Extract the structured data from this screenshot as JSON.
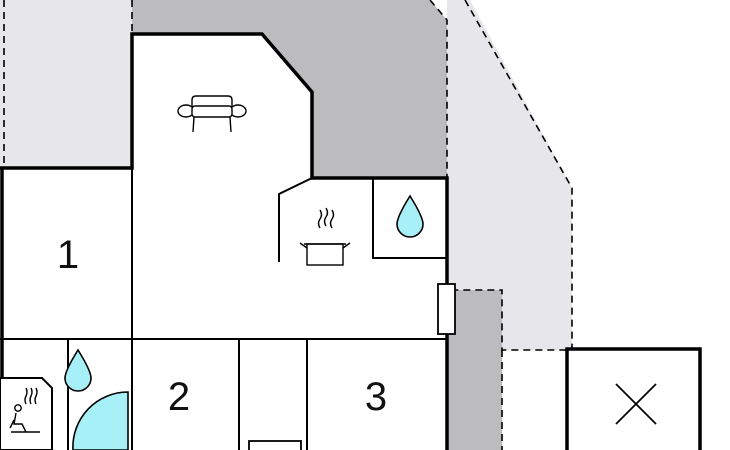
{
  "rooms": [
    {
      "label": "1"
    },
    {
      "label": "2"
    },
    {
      "label": "3"
    }
  ],
  "icons": {
    "living_room": "sofa-icon",
    "kitchen": "cooking-pot-icon",
    "bathroom_top": "water-drop-icon",
    "bathroom_left": "water-drop-icon",
    "sauna": "sauna-icon",
    "storage": "x-mark-icon"
  },
  "colors": {
    "wall": "#000000",
    "terrace": "#e6e6eb",
    "covered": "#bcbcbe",
    "water": "#a8f0f8",
    "background": "#ffffff"
  }
}
